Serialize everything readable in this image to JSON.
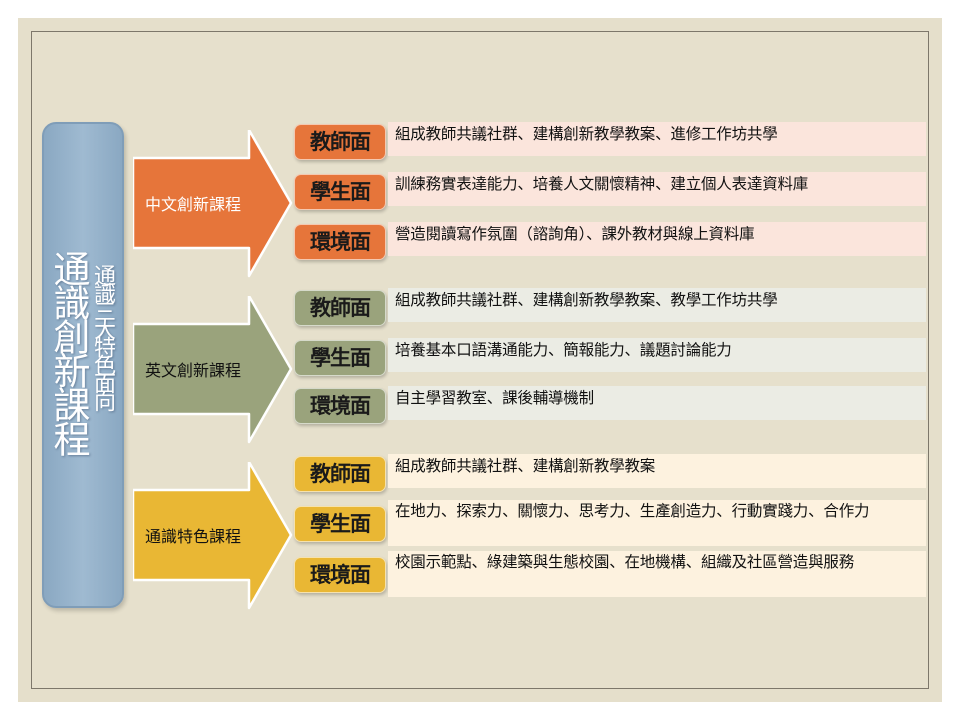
{
  "main": {
    "title": "通識創新課程",
    "subtitle": "通識三大特色面向"
  },
  "colors": {
    "orange": "#e6753a",
    "olive": "#9aa37c",
    "gold": "#e9b734",
    "main_blue": "#93b1ca",
    "row_orange": "#fbe5dc",
    "row_olive": "#ebece4",
    "row_gold": "#fdf2df"
  },
  "groups": [
    {
      "label": "中文創新課程",
      "rows": [
        {
          "aspect": "教師面",
          "text": "組成教師共議社群、建構創新教學教案、進修工作坊共學"
        },
        {
          "aspect": "學生面",
          "text": "訓練務實表達能力、培養人文關懷精神、建立個人表達資料庫"
        },
        {
          "aspect": "環境面",
          "text": "營造閱讀寫作氛圍（諮詢角）、課外教材與線上資料庫"
        }
      ]
    },
    {
      "label": "英文創新課程",
      "rows": [
        {
          "aspect": "教師面",
          "text": "組成教師共議社群、建構創新教學教案、教學工作坊共學"
        },
        {
          "aspect": "學生面",
          "text": "培養基本口語溝通能力、簡報能力、議題討論能力"
        },
        {
          "aspect": "環境面",
          "text": "自主學習教室、課後輔導機制"
        }
      ]
    },
    {
      "label": "通識特色課程",
      "rows": [
        {
          "aspect": "教師面",
          "text": "組成教師共議社群、建構創新教學教案"
        },
        {
          "aspect": "學生面",
          "text": "在地力、探索力、關懷力、思考力、生產創造力、行動實踐力、合作力"
        },
        {
          "aspect": "環境面",
          "text": "校園示範點、綠建築與生態校園、在地機構、組織及社區營造與服務"
        }
      ]
    }
  ]
}
